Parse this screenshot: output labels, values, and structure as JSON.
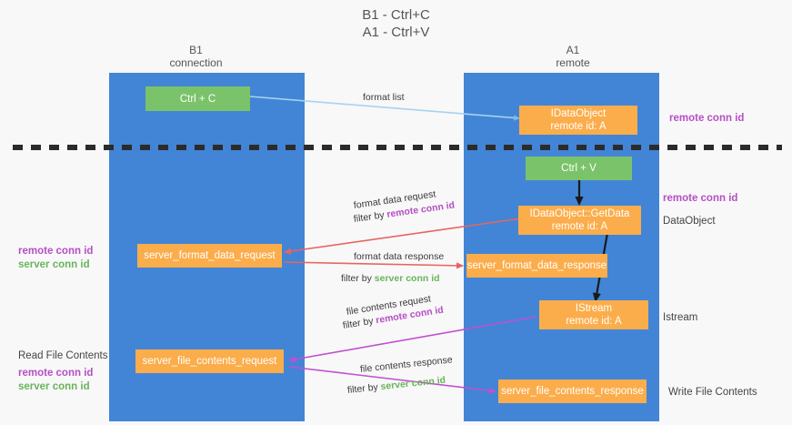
{
  "title": "B1 - Ctrl+C\nA1 - Ctrl+V",
  "columns": [
    {
      "name": "b1",
      "header": "B1\nconnection"
    },
    {
      "name": "a1",
      "header": "A1\nremote"
    }
  ],
  "nodes": [
    {
      "id": "ctrl_c",
      "label": "Ctrl + C"
    },
    {
      "id": "idataobject",
      "label": "IDataObject\nremote id: A"
    },
    {
      "id": "ctrl_v",
      "label": "Ctrl + V"
    },
    {
      "id": "getdata",
      "label": "IDataObject::GetData\nremote id: A"
    },
    {
      "id": "fmt_req",
      "label": "server_format_data_request"
    },
    {
      "id": "fmt_resp",
      "label": "server_format_data_response"
    },
    {
      "id": "istream",
      "label": "IStream\nremote id: A"
    },
    {
      "id": "file_req",
      "label": "server_file_contents_request"
    },
    {
      "id": "file_resp",
      "label": "server_file_contents_response"
    }
  ],
  "edge_labels": {
    "format_list": "format list",
    "format_data_request": "format data request",
    "format_data_request_filter_prefix": "filter by ",
    "format_data_request_filter_key": "remote conn id",
    "format_data_response": "format data response",
    "format_data_response_filter_prefix": "filter by ",
    "format_data_response_filter_key": "server conn id",
    "file_contents_request": "file contents request",
    "file_contents_request_filter_prefix": "filter by ",
    "file_contents_request_filter_key": "remote conn id",
    "file_contents_response": "file contents response",
    "file_contents_response_filter_prefix": "filter by ",
    "file_contents_response_filter_key": "server conn id"
  },
  "annotations": {
    "right_remote_conn_id_top": "remote conn id",
    "right_remote_conn_id_mid": "remote conn id",
    "right_dataobject": "DataObject",
    "right_istream": "Istream",
    "right_write_file_contents": "Write File Contents",
    "left_remote_conn_id_1": "remote conn id",
    "left_server_conn_id_1": "server conn id",
    "left_read_file_contents": "Read File Contents",
    "left_remote_conn_id_2": "remote conn id",
    "left_server_conn_id_2": "server conn id"
  },
  "colors": {
    "lane": "#4285d6",
    "green_node": "#7ac36a",
    "orange_node": "#fbad4b",
    "purple_key": "#b54fc4",
    "green_key": "#69b45c",
    "arrow_blue": "#a8d2f0",
    "arrow_red": "#e8645f",
    "arrow_magenta": "#c24fd0",
    "arrow_black": "#1a1a1a",
    "divider": "#2b2b2b",
    "background": "#f8f8f8"
  }
}
